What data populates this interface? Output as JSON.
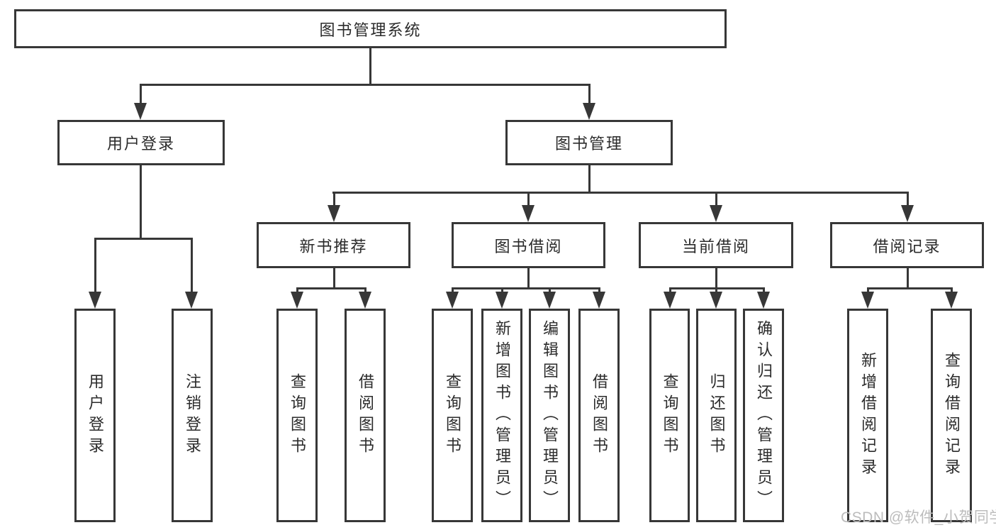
{
  "diagram": {
    "type": "tree",
    "root": {
      "label": "图书管理系统"
    },
    "user_branch": {
      "label": "用户登录",
      "children": [
        {
          "label": "用户登录"
        },
        {
          "label": "注销登录"
        }
      ]
    },
    "book_branch": {
      "label": "图书管理",
      "sections": [
        {
          "label": "新书推荐",
          "children": [
            {
              "label": "查询图书"
            },
            {
              "label": "借阅图书"
            }
          ]
        },
        {
          "label": "图书借阅",
          "children": [
            {
              "label": "查询图书"
            },
            {
              "label": "新增图书（管理员）"
            },
            {
              "label": "编辑图书（管理员）"
            },
            {
              "label": "借阅图书"
            }
          ]
        },
        {
          "label": "当前借阅",
          "children": [
            {
              "label": "查询图书"
            },
            {
              "label": "归还图书"
            },
            {
              "label": "确认归还（管理员）"
            }
          ]
        },
        {
          "label": "借阅记录",
          "children": [
            {
              "label": "新增借阅记录"
            },
            {
              "label": "查询借阅记录"
            }
          ]
        }
      ]
    },
    "colors": {
      "line": "#373737",
      "box_border": "#373737",
      "box_fill": "#ffffff",
      "text": "#2b2b2b",
      "watermark": "#bcbcbc",
      "background": "#ffffff"
    }
  },
  "watermark": {
    "text": "CSDN @软件_小贺同学"
  }
}
